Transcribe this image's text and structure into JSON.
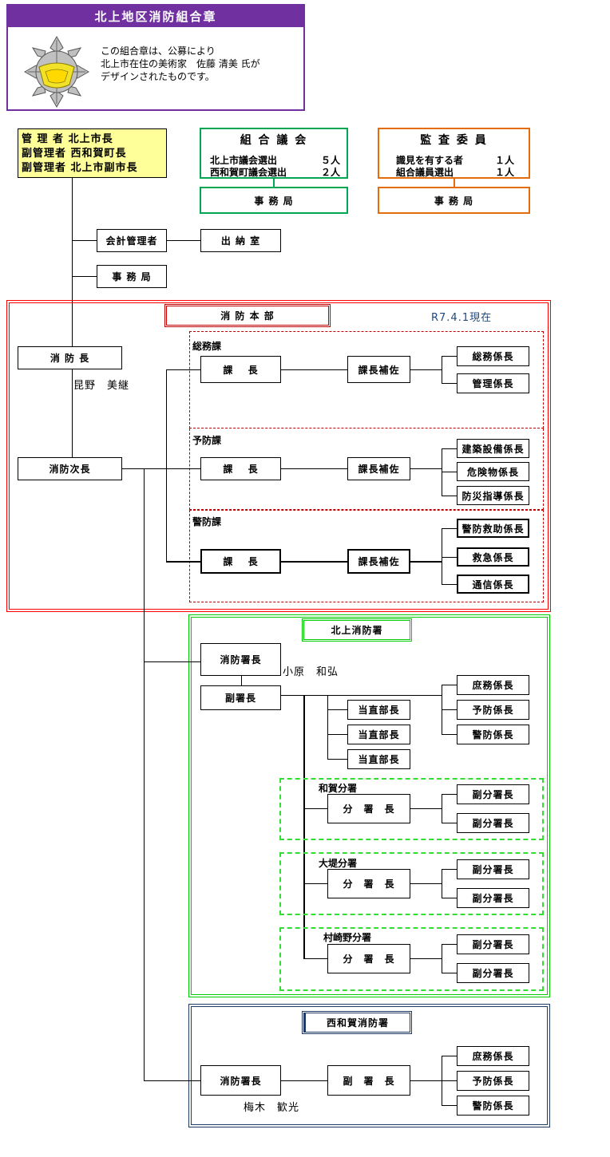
{
  "emblem": {
    "title": "北上地区消防組合章",
    "desc_line1": "この組合章は、公募により",
    "desc_line2": "北上市在住の美術家　佐藤 清美 氏が",
    "desc_line3": "デザインされたものです。"
  },
  "managers": {
    "line1": "管 理 者 北上市長",
    "line2": "副管理者 西和賀町長",
    "line3": "副管理者 北上市副市長"
  },
  "council": {
    "title": "組 合 議 会",
    "row1_label": "北上市議会選出",
    "row1_count": "５人",
    "row2_label": "西和賀町議会選出",
    "row2_count": "２人",
    "office": "事 務 局"
  },
  "audit": {
    "title": "監 査 委 員",
    "row1_label": "識見を有する者",
    "row1_count": "１人",
    "row2_label": "組合議員選出",
    "row2_count": "１人",
    "office": "事 務 局"
  },
  "accounting": {
    "manager": "会計管理者",
    "cashier": "出 納 室"
  },
  "secretariat": "事 務 局",
  "hq": {
    "title": "消 防 本 部",
    "date": "R7.4.1現在",
    "chief": "消 防 長",
    "chief_name": "昆野　美継",
    "deputy": "消防次長",
    "general": {
      "label": "総務課",
      "head": "課　 長",
      "assistant": "課長補佐",
      "sections": [
        "総務係長",
        "管理係長"
      ]
    },
    "prevention": {
      "label": "予防課",
      "head": "課　 長",
      "assistant": "課長補佐",
      "sections": [
        "建築設備係長",
        "危険物係長",
        "防災指導係長"
      ]
    },
    "security": {
      "label": "警防課",
      "head": "課　 長",
      "assistant": "課長補佐",
      "sections": [
        "警防救助係長",
        "救急係長",
        "通信係長"
      ]
    }
  },
  "kitakami": {
    "title": "北上消防署",
    "chief": "消防署長",
    "chief_name": "小原　和弘",
    "deputy": "副署長",
    "duty": [
      "当直部長",
      "当直部長",
      "当直部長"
    ],
    "sections": [
      "庶務係長",
      "予防係長",
      "警防係長"
    ],
    "branches": [
      {
        "name": "和賀分署",
        "head": "分　署　長",
        "subs": [
          "副分署長",
          "副分署長"
        ]
      },
      {
        "name": "大堤分署",
        "head": "分　署　長",
        "subs": [
          "副分署長",
          "副分署長"
        ]
      },
      {
        "name": "村崎野分署",
        "head": "分　署　長",
        "subs": [
          "副分署長",
          "副分署長"
        ]
      }
    ]
  },
  "nishiwaga": {
    "title": "西和賀消防署",
    "chief": "消防署長",
    "chief_name": "梅木　歓光",
    "deputy": "副　署　長",
    "sections": [
      "庶務係長",
      "予防係長",
      "警防係長"
    ]
  },
  "colors": {
    "emblem_header": "#7030a0",
    "manager_fill": "#ffff99",
    "council": "#00a651",
    "audit": "#e46c0a",
    "hq": "#ff0000",
    "hq_inner": "#c00000",
    "kitakami": "#00cc00",
    "nishiwaga": "#1f3864",
    "date_text": "#1f497d"
  }
}
